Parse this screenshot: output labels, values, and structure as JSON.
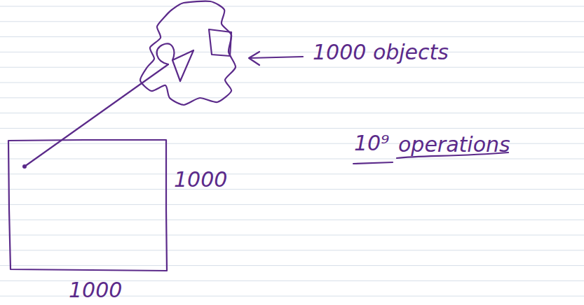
{
  "diagram": {
    "labels": [
      "1000 objects",
      "10⁹",
      "operations",
      "1000",
      "1000"
    ]
  }
}
